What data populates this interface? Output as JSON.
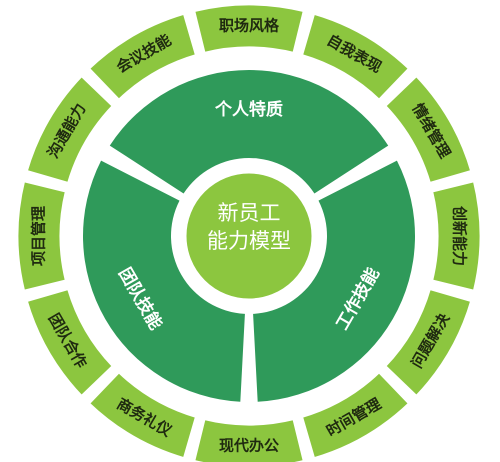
{
  "center": {
    "line1": "新员工",
    "line2": "能力模型"
  },
  "ring": [
    {
      "label": "个人特质"
    },
    {
      "label": "工作技能"
    },
    {
      "label": "团队技能"
    }
  ],
  "outer": [
    {
      "label": "自我表现"
    },
    {
      "label": "情绪管理"
    },
    {
      "label": "创新能力"
    },
    {
      "label": "问题解决"
    },
    {
      "label": "时间管理"
    },
    {
      "label": "现代办公"
    },
    {
      "label": "商务礼仪"
    },
    {
      "label": "团队合作"
    },
    {
      "label": "项目管理"
    },
    {
      "label": "沟通能力"
    },
    {
      "label": "会议技能"
    },
    {
      "label": "职场风格"
    }
  ],
  "colors": {
    "outer_fill": "#8cc63f",
    "ring_fill": "#2f9a5a",
    "center_fill": "#8cc63f",
    "background": "#ffffff",
    "outer_text": "#1f2a10",
    "ring_text": "#ffffff"
  }
}
